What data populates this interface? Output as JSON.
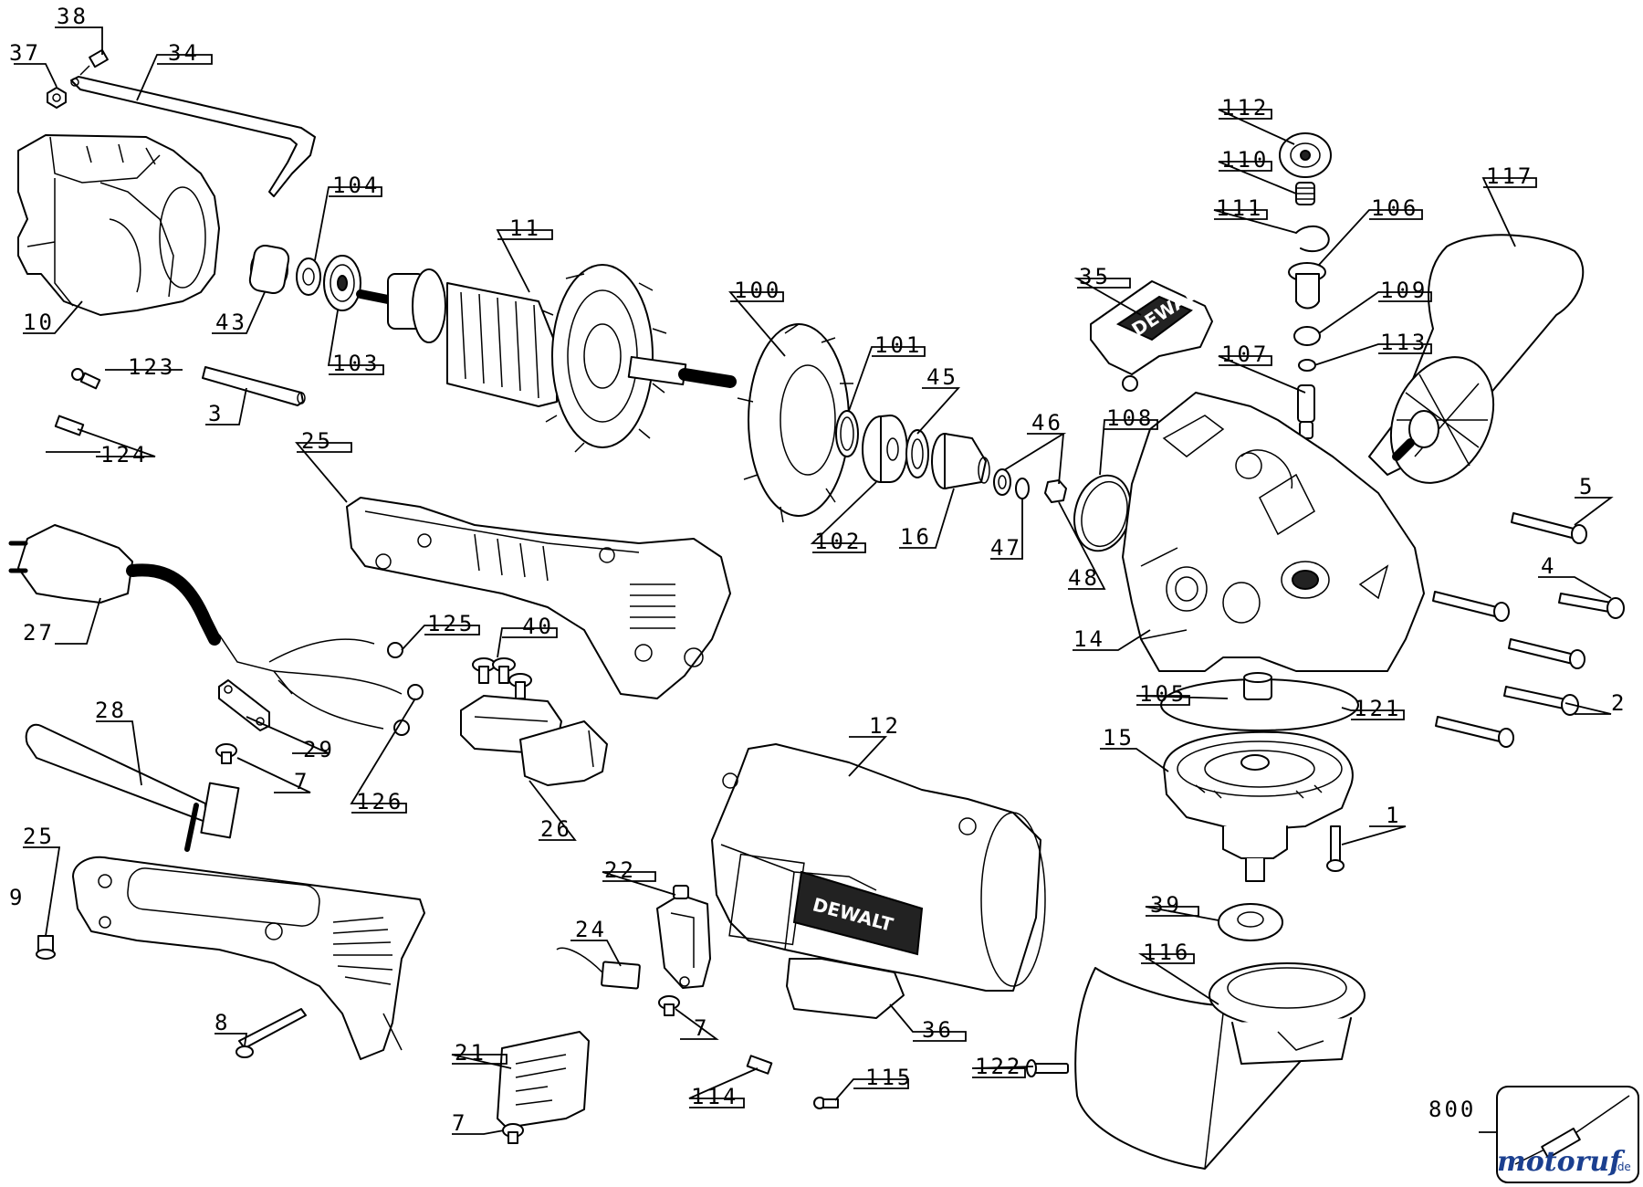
{
  "brand": "DEWALT",
  "watermark": {
    "name": "motoruf",
    "suffix": ".de",
    "color_primary": "#1b3f8f",
    "color_accent": "#e4a400"
  },
  "callouts": [
    {
      "id": "c38",
      "label": "38"
    },
    {
      "id": "c34",
      "label": "34"
    },
    {
      "id": "c37",
      "label": "37"
    },
    {
      "id": "c104",
      "label": "104"
    },
    {
      "id": "c11",
      "label": "11"
    },
    {
      "id": "c43",
      "label": "43"
    },
    {
      "id": "c103",
      "label": "103"
    },
    {
      "id": "c10",
      "label": "10"
    },
    {
      "id": "c123",
      "label": "123"
    },
    {
      "id": "c3",
      "label": "3"
    },
    {
      "id": "c124",
      "label": "124"
    },
    {
      "id": "c100",
      "label": "100"
    },
    {
      "id": "c101",
      "label": "101"
    },
    {
      "id": "c45",
      "label": "45"
    },
    {
      "id": "c102",
      "label": "102"
    },
    {
      "id": "c16",
      "label": "16"
    },
    {
      "id": "c46",
      "label": "46"
    },
    {
      "id": "c47",
      "label": "47"
    },
    {
      "id": "c48",
      "label": "48"
    },
    {
      "id": "c108",
      "label": "108"
    },
    {
      "id": "c35",
      "label": "35"
    },
    {
      "id": "c112",
      "label": "112"
    },
    {
      "id": "c110",
      "label": "110"
    },
    {
      "id": "c111",
      "label": "111"
    },
    {
      "id": "c106",
      "label": "106"
    },
    {
      "id": "c109",
      "label": "109"
    },
    {
      "id": "c113",
      "label": "113"
    },
    {
      "id": "c107",
      "label": "107"
    },
    {
      "id": "c117",
      "label": "117"
    },
    {
      "id": "c14",
      "label": "14"
    },
    {
      "id": "c5",
      "label": "5"
    },
    {
      "id": "c4",
      "label": "4"
    },
    {
      "id": "c2",
      "label": "2"
    },
    {
      "id": "c105",
      "label": "105"
    },
    {
      "id": "c121",
      "label": "121"
    },
    {
      "id": "c15",
      "label": "15"
    },
    {
      "id": "c1",
      "label": "1"
    },
    {
      "id": "c39",
      "label": "39"
    },
    {
      "id": "c116",
      "label": "116"
    },
    {
      "id": "c800",
      "label": "800"
    },
    {
      "id": "c25a",
      "label": "25"
    },
    {
      "id": "c27",
      "label": "27"
    },
    {
      "id": "c125",
      "label": "125"
    },
    {
      "id": "c40",
      "label": "40"
    },
    {
      "id": "c28",
      "label": "28"
    },
    {
      "id": "c29",
      "label": "29"
    },
    {
      "id": "c7a",
      "label": "7"
    },
    {
      "id": "c126",
      "label": "126"
    },
    {
      "id": "c26",
      "label": "26"
    },
    {
      "id": "c12",
      "label": "12"
    },
    {
      "id": "c25b",
      "label": "25"
    },
    {
      "id": "c9",
      "label": "9"
    },
    {
      "id": "c22",
      "label": "22"
    },
    {
      "id": "c24",
      "label": "24"
    },
    {
      "id": "c7b",
      "label": "7"
    },
    {
      "id": "c36",
      "label": "36"
    },
    {
      "id": "c8",
      "label": "8"
    },
    {
      "id": "c21",
      "label": "21"
    },
    {
      "id": "c7c",
      "label": "7"
    },
    {
      "id": "c114",
      "label": "114"
    },
    {
      "id": "c115",
      "label": "115"
    },
    {
      "id": "c122",
      "label": "122"
    }
  ]
}
